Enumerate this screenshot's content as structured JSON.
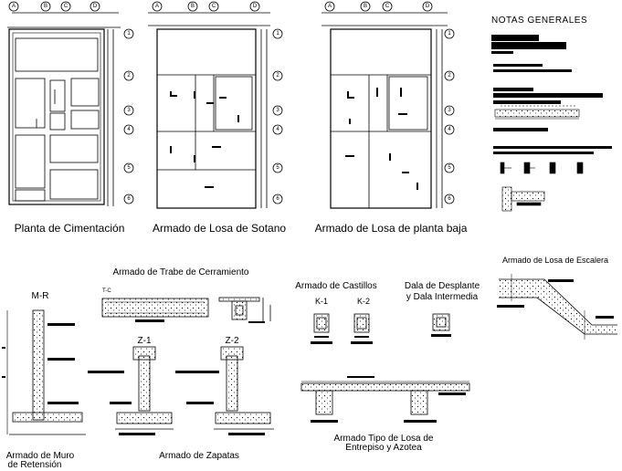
{
  "grid_letters": [
    "A",
    "B",
    "C",
    "D"
  ],
  "grid_numbers": [
    "1",
    "2",
    "3",
    "4",
    "5",
    "6"
  ],
  "titles": {
    "planta_cimentacion": "Planta de Cimentación",
    "losa_sotano": "Armado de Losa de Sotano",
    "losa_planta_baja": "Armado de Losa de planta baja",
    "notas_generales": "NOTAS GENERALES",
    "losa_escalera": "Armado de Losa de Escalera",
    "trabe_cerramiento": "Armado de Trabe de Cerramiento",
    "trabe_tag": "T-C",
    "castillos": "Armado de Castillos",
    "k1": "K-1",
    "k2": "K-2",
    "dala_1": "Dala de Desplante",
    "dala_2": "y Dala Intermedia",
    "muro_tag": "M-R",
    "muro_1": "Armado de Muro",
    "muro_2": "de Retensión",
    "z1": "Z-1",
    "z2": "Z-2",
    "zapatas": "Armado de Zapatas",
    "losa_tipo_1": "Armado Tipo de Losa de",
    "losa_tipo_2": "Entrepiso y Azotea"
  },
  "colors": {
    "ink": "#000000",
    "paper": "#ffffff"
  }
}
